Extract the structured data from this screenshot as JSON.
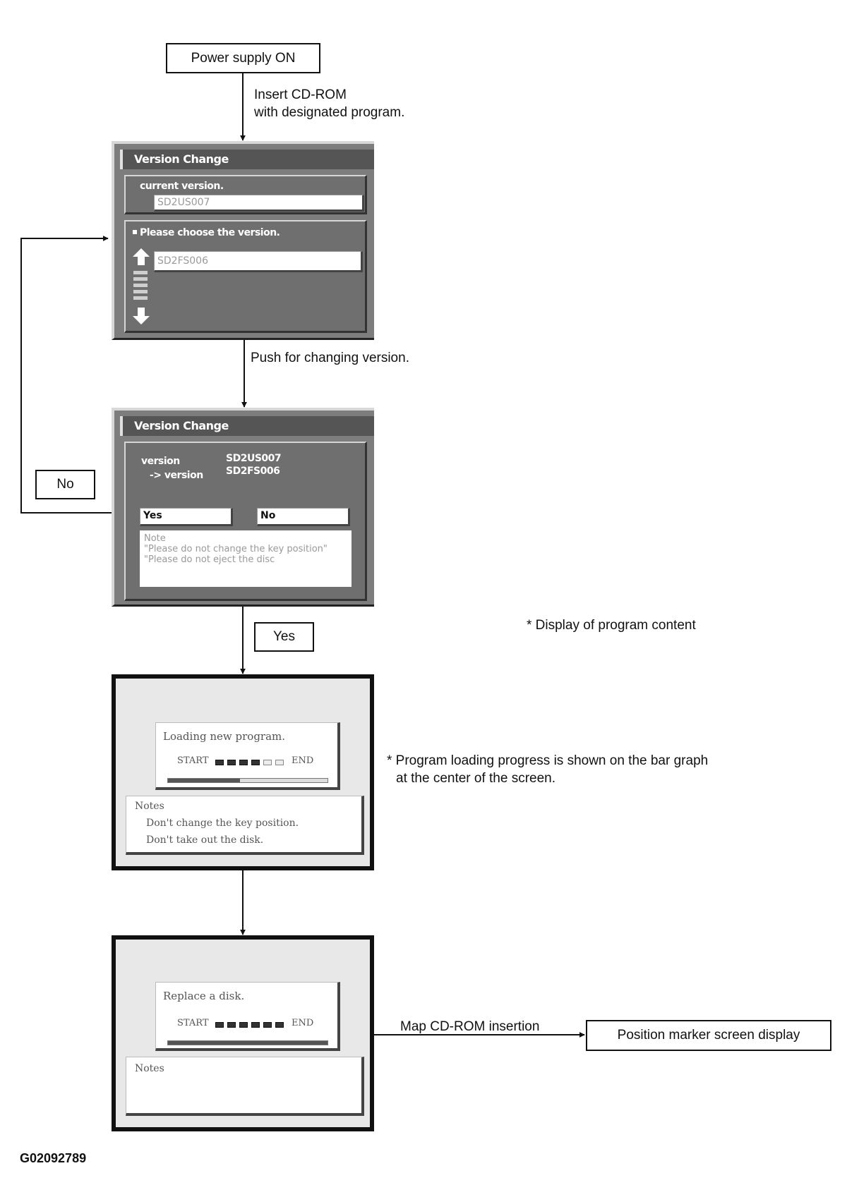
{
  "steps": {
    "power_on": "Power supply ON",
    "insert_cd": [
      "Insert CD-ROM",
      "with designated program."
    ],
    "push_change": "Push for changing version.",
    "no": "No",
    "yes": "Yes",
    "display_note": "* Display of program content",
    "progress_note": [
      "* Program loading progress is shown on the bar graph",
      "at the center of the screen."
    ],
    "map_insertion": "Map CD-ROM insertion",
    "position_marker": "Position marker screen display"
  },
  "screen1": {
    "title": "Version Change",
    "current_label": "current version.",
    "current_value": "SD2US007",
    "choose_label": "Please choose the version.",
    "choose_value": "SD2FS006"
  },
  "screen2": {
    "title": "Version Change",
    "version_label": "version",
    "arrow_label": "-> version",
    "version_value": "SD2US007",
    "new_version_value": "SD2FS006",
    "yes": "Yes",
    "no": "No",
    "note_lines": [
      "Note",
      "\"Please do not change the key position\"",
      "\"Please do not eject the disc"
    ]
  },
  "screen3": {
    "message": "Loading new program.",
    "start": "START",
    "end": "END",
    "segments_filled": 4,
    "segments_total": 6,
    "bar_fraction": 0.45,
    "notes_lines": [
      "Notes",
      "Don't change the key position.",
      "Don't take out the disk."
    ]
  },
  "screen4": {
    "message": "Replace a disk.",
    "start": "START",
    "end": "END",
    "segments_filled": 6,
    "segments_total": 6,
    "bar_fraction": 1.0,
    "notes_lines": [
      "Notes"
    ]
  },
  "figure_id": "G02092789"
}
